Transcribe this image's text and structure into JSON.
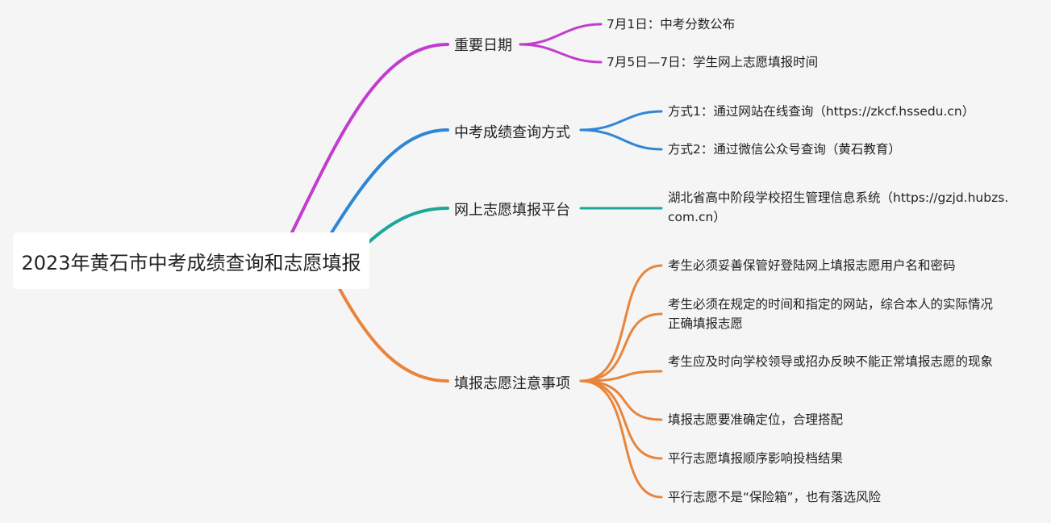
{
  "root": {
    "title": "2023年黄石市中考成绩查询和志愿填报"
  },
  "colors": {
    "purple": "#c23cce",
    "blue": "#2f86d6",
    "teal": "#1aa89a",
    "orange": "#e8853a"
  },
  "branches": [
    {
      "label": "重要日期",
      "color": "purple",
      "children": [
        "7月1日：中考分数公布",
        "7月5日—7日：学生网上志愿填报时间"
      ]
    },
    {
      "label": "中考成绩查询方式",
      "color": "blue",
      "children": [
        "方式1：通过网站在线查询（https://zkcf.hssedu.cn）",
        "方式2：通过微信公众号查询（黄石教育）"
      ]
    },
    {
      "label": "网上志愿填报平台",
      "color": "teal",
      "children": [
        "湖北省高中阶段学校招生管理信息系统（https://gzjd.hubzs.com.cn）"
      ]
    },
    {
      "label": "填报志愿注意事项",
      "color": "orange",
      "children": [
        "考生必须妥善保管好登陆网上填报志愿用户名和密码",
        "考生必须在规定的时间和指定的网站，综合本人的实际情况正确填报志愿",
        "考生应及时向学校领导或招办反映不能正常填报志愿的现象",
        "填报志愿要准确定位，合理搭配",
        "平行志愿填报顺序影响投档结果",
        "平行志愿不是“保险箱”，也有落选风险"
      ]
    }
  ]
}
